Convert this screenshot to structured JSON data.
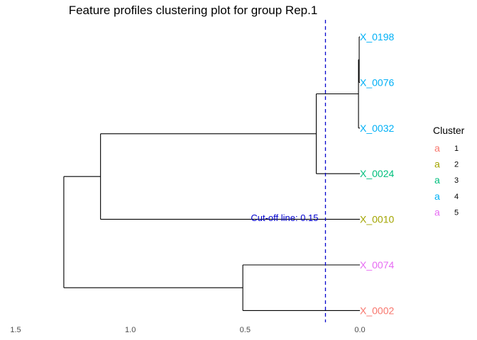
{
  "chart_data": {
    "type": "dendrogram",
    "title": "Feature profiles clustering plot for group Rep.1",
    "x_axis": {
      "reversed": true,
      "xlim": [
        1.5,
        0.0
      ],
      "ticks": [
        1.5,
        1.0,
        0.5,
        0.0
      ],
      "tick_labels": [
        "1.5",
        "1.0",
        "0.5",
        "0.0"
      ]
    },
    "grid": false,
    "leaves": [
      {
        "label": "X_0198",
        "cluster": "4"
      },
      {
        "label": "X_0076",
        "cluster": "4"
      },
      {
        "label": "X_0032",
        "cluster": "4"
      },
      {
        "label": "X_0024",
        "cluster": "3"
      },
      {
        "label": "X_0010",
        "cluster": "2"
      },
      {
        "label": "X_0074",
        "cluster": "5"
      },
      {
        "label": "X_0002",
        "cluster": "1"
      }
    ],
    "merges": [
      {
        "a": "X_0198",
        "b": "X_0076",
        "height": 0.003
      },
      {
        "a": "m1",
        "b": "X_0032",
        "height": 0.006
      },
      {
        "a": "m2",
        "b": "X_0024",
        "height": 0.19
      },
      {
        "a": "m3",
        "b": "X_0010",
        "height": 1.13
      },
      {
        "a": "X_0074",
        "b": "X_0002",
        "height": 0.51
      },
      {
        "a": "m4",
        "b": "m5",
        "height": 1.29
      }
    ],
    "cutoff": {
      "value": 0.15,
      "label": "Cut-off line: 0.15",
      "color": "#0000cc"
    },
    "legend": {
      "title": "Cluster",
      "placement": "right",
      "key_glyph": "a",
      "items": [
        {
          "label": "1",
          "color": "#F8766D"
        },
        {
          "label": "2",
          "color": "#A3A500"
        },
        {
          "label": "3",
          "color": "#00BF7D"
        },
        {
          "label": "4",
          "color": "#00B0F6"
        },
        {
          "label": "5",
          "color": "#E76BF3"
        }
      ]
    }
  }
}
